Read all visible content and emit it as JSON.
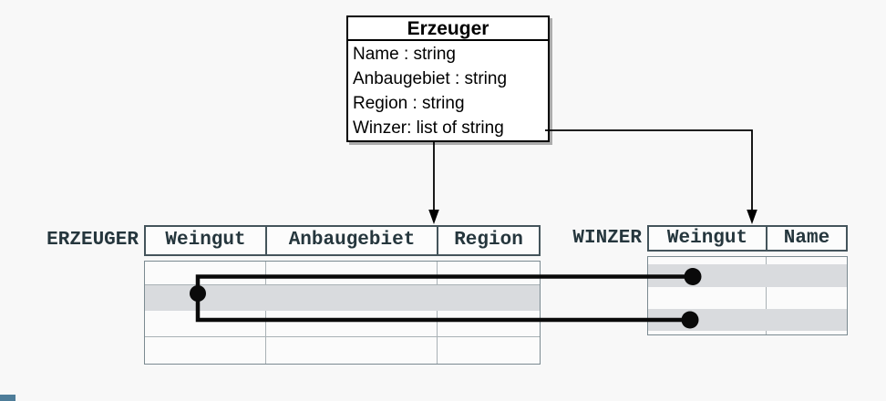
{
  "class_box": {
    "title": "Erzeuger",
    "attributes": [
      "Name : string",
      "Anbaugebiet : string",
      "Region : string",
      "Winzer: list of string"
    ]
  },
  "tables": [
    {
      "name": "ERZEUGER",
      "columns": [
        "Weingut",
        "Anbaugebiet",
        "Region"
      ],
      "body_rows": 4,
      "highlighted_row_index": 2
    },
    {
      "name": "WINZER",
      "columns": [
        "Weingut",
        "Name"
      ],
      "highlighted_stripes": 2
    }
  ],
  "relations": {
    "arrow_from_class_bottom_to": "ERZEUGER header",
    "arrow_from_winzer_attribute_to": "WINZER header",
    "reference_links": "ERZEUGER highlighted row linked by dots to two WINZER rows"
  },
  "colors": {
    "background": "#f8f8f8",
    "class_box_fill": "#ffffff",
    "class_box_border": "#000000",
    "header_border": "#44545b",
    "body_border": "#7b8a91",
    "grid_line": "#a9b1b5",
    "row_highlight": "#d9dbde",
    "label_text": "#25363d",
    "connector": "#0a0a0a",
    "accent_strip": "#4e7d99"
  }
}
